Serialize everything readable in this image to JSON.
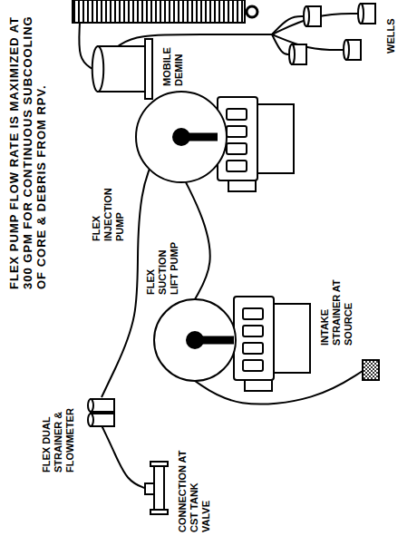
{
  "diagram": {
    "labels": [
      "FLEX PUMP FLOW RATE IS MAXIMIZED AT 300 GPM FOR CONTINUOUS SUBCOOLING OF CORE & DEBRIS FROM RPV.",
      "FLEX INJECTION PUMP",
      "FLEX DUAL STRAINER & FLOWMETER",
      "CONNECTION AT CST TANK VALVE",
      "MOBILE DEMIN",
      "FLEX SUCTION LIFT PUMP",
      "INTAKE STRAINER AT SOURCE",
      "WELLS"
    ]
  }
}
